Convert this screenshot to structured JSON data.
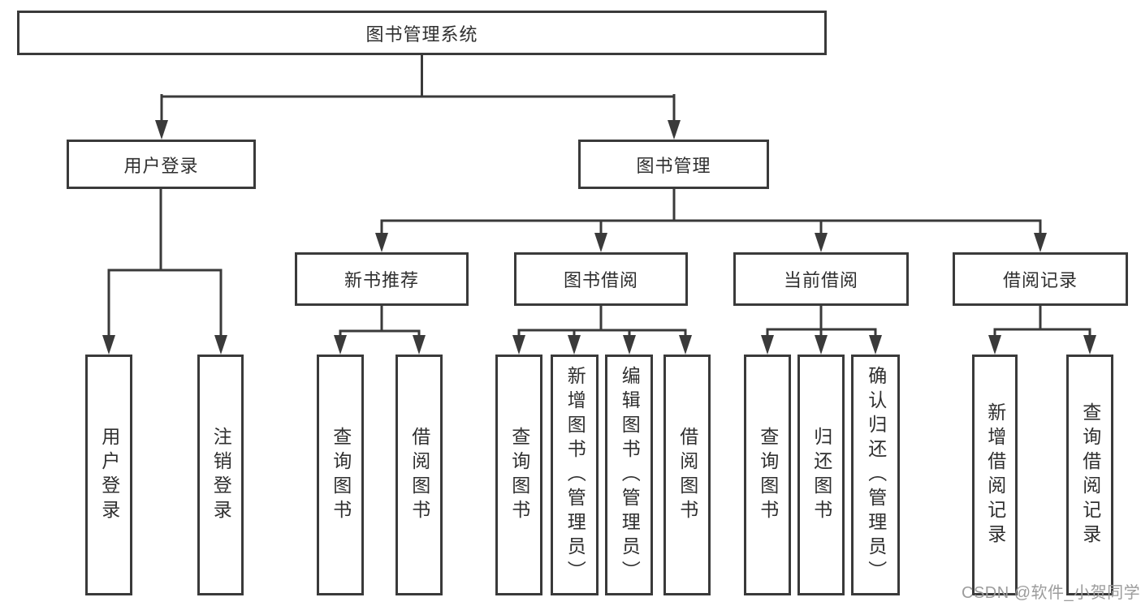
{
  "colors": {
    "background": "#ffffff",
    "border": "#3a3a3a",
    "text": "#2f2f2f",
    "watermark": "#9c9c9c"
  },
  "watermark": {
    "text": "CSDN @软件_小贺同学"
  },
  "tree": {
    "root": {
      "label": "图书管理系统"
    },
    "children": [
      {
        "label": "用户登录",
        "children": [
          {
            "label": "用户登录"
          },
          {
            "label": "注销登录"
          }
        ]
      },
      {
        "label": "图书管理",
        "children": [
          {
            "label": "新书推荐",
            "children": [
              {
                "label": "查询图书"
              },
              {
                "label": "借阅图书"
              }
            ]
          },
          {
            "label": "图书借阅",
            "children": [
              {
                "label": "查询图书"
              },
              {
                "label": "新增图书（管理员）"
              },
              {
                "label": "编辑图书（管理员）"
              },
              {
                "label": "借阅图书"
              }
            ]
          },
          {
            "label": "当前借阅",
            "children": [
              {
                "label": "查询图书"
              },
              {
                "label": "归还图书"
              },
              {
                "label": "确认归还（管理员）"
              }
            ]
          },
          {
            "label": "借阅记录",
            "children": [
              {
                "label": "新增借阅记录"
              },
              {
                "label": "查询借阅记录"
              }
            ]
          }
        ]
      }
    ]
  }
}
